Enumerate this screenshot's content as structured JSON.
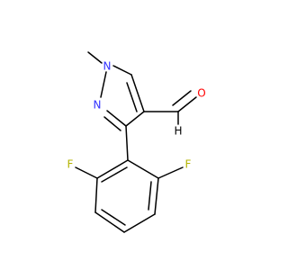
{
  "molecule": {
    "atoms": [
      {
        "id": "N1",
        "label": "N",
        "color": "#3333ff"
      },
      {
        "id": "N2",
        "label": "N",
        "color": "#3333ff"
      },
      {
        "id": "O1",
        "label": "O",
        "color": "#ff0000"
      },
      {
        "id": "H1",
        "label": "H",
        "color": "#000000"
      },
      {
        "id": "F1",
        "label": "F",
        "color": "#b3b300"
      },
      {
        "id": "F2",
        "label": "F",
        "color": "#b3b300"
      }
    ]
  }
}
